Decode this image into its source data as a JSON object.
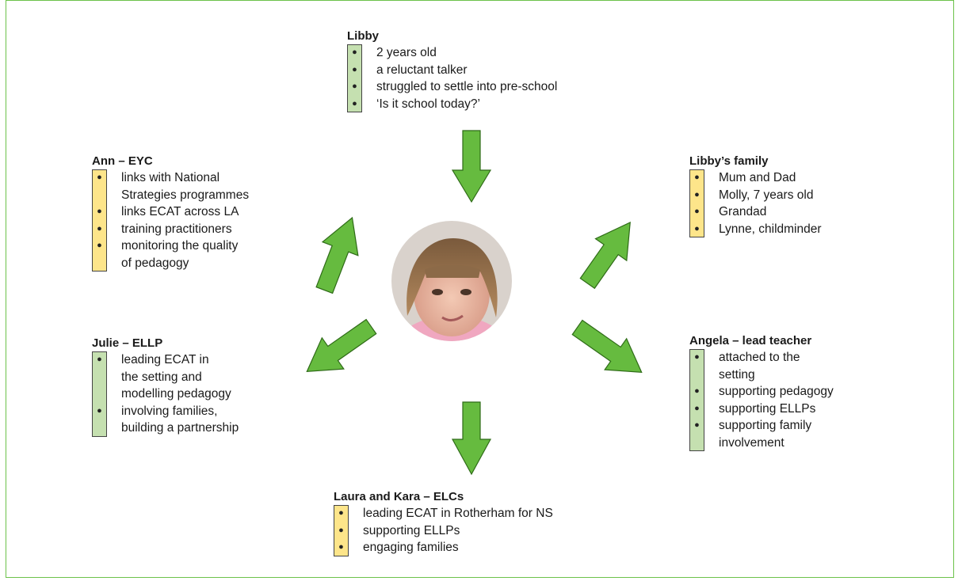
{
  "photo": {
    "alt": "Libby"
  },
  "blocks": {
    "libby": {
      "title": "Libby",
      "items": [
        "2 years old",
        "a reluctant talker",
        "struggled to settle into pre-school",
        "‘Is it school today?’"
      ]
    },
    "ann": {
      "title": "Ann – EYC",
      "items": [
        "links with National",
        "Strategies programmes",
        "links ECAT across LA",
        "training practitioners",
        "monitoring the quality",
        "of pedagogy"
      ]
    },
    "family": {
      "title": "Libby’s family",
      "items": [
        "Mum and Dad",
        "Molly, 7 years old",
        "Grandad",
        "Lynne, childminder"
      ]
    },
    "julie": {
      "title": "Julie – ELLP",
      "items": [
        "leading ECAT in",
        "the setting and",
        "modelling pedagogy",
        "involving families,",
        "building a partnership"
      ]
    },
    "angela": {
      "title": "Angela – lead teacher",
      "items": [
        "attached to the",
        "setting",
        "supporting pedagogy",
        "supporting ELLPs",
        "supporting family",
        "involvement"
      ]
    },
    "laura": {
      "title": "Laura and Kara – ELCs",
      "items": [
        "leading ECAT in Rotherham for NS",
        "supporting ELLPs",
        "engaging families"
      ]
    }
  },
  "colors": {
    "green_bar": "#c5e0b0",
    "yellow_bar": "#fde58a",
    "arrow": "#66bb3f",
    "frame": "#6cc24a"
  }
}
